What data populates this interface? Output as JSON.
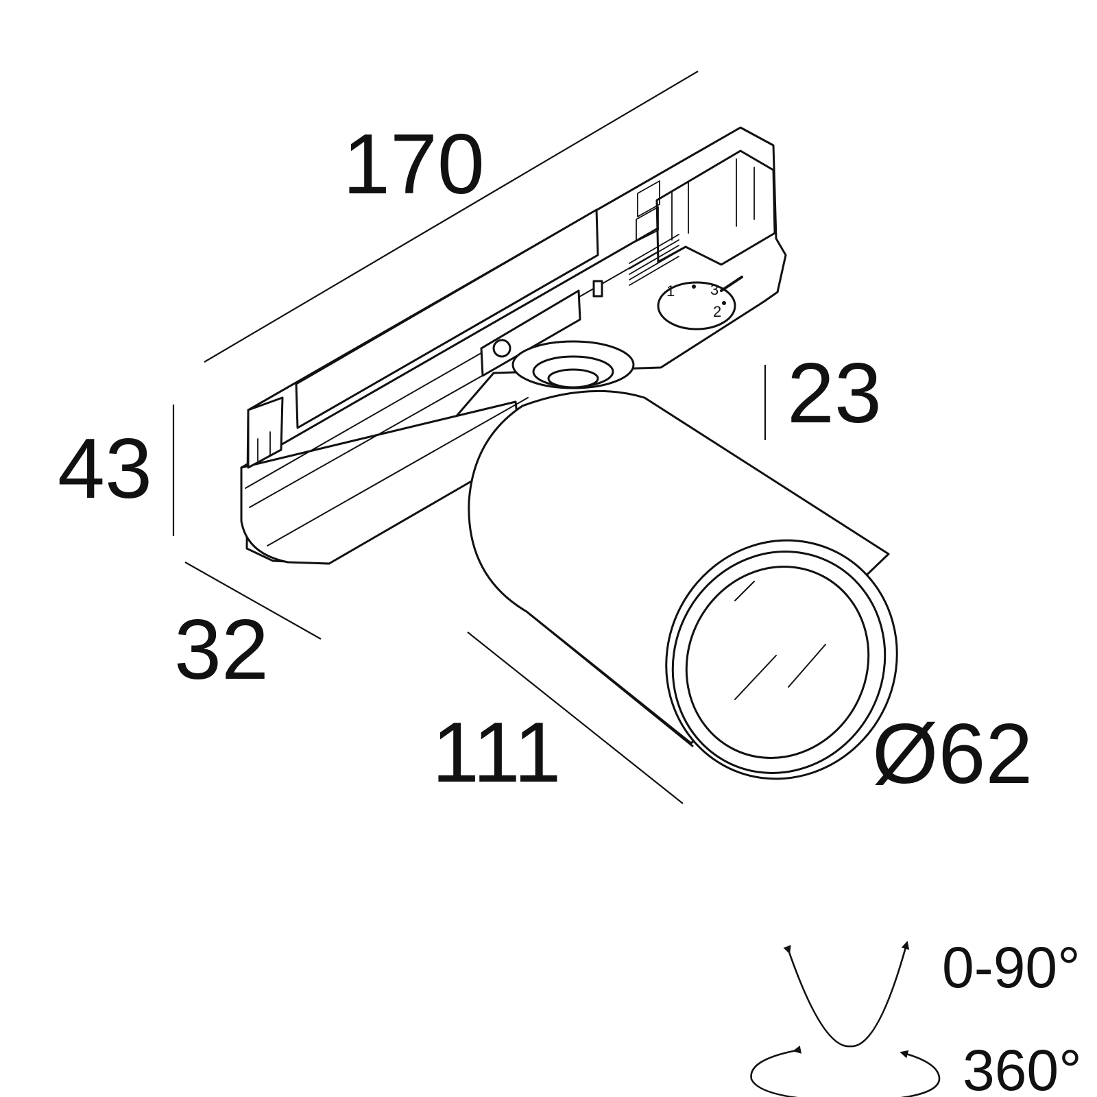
{
  "dimensions": {
    "length": "170",
    "height_total": "43",
    "depth": "32",
    "adapter_height": "23",
    "head_length": "111",
    "head_diameter": "Ø62"
  },
  "rotation": {
    "tilt": "0-90°",
    "rotate": "360°"
  },
  "track_adapter_phase_labels": [
    "1",
    "2",
    "3"
  ],
  "colors": {
    "line": "#111111",
    "background": "#ffffff"
  },
  "icons": {
    "tilt": "tilt-arrows-icon",
    "rotate": "rotate-arrows-icon"
  }
}
